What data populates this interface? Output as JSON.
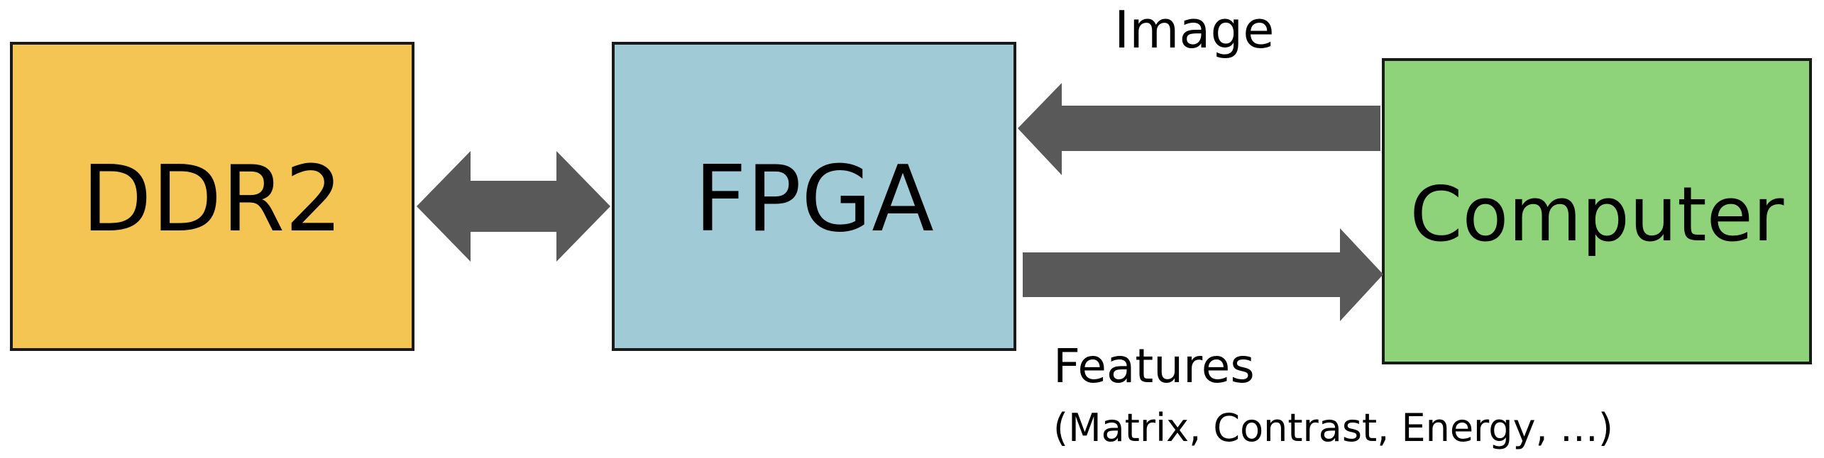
{
  "nodes": {
    "ddr2": "DDR2",
    "fpga": "FPGA",
    "computer": "Computer"
  },
  "edges": {
    "image_label": "Image",
    "features_label": "Features",
    "features_detail": "(Matrix, Contrast, Energy, …)"
  },
  "colors": {
    "ddr2_fill": "#F5C554",
    "fpga_fill": "#9FCAD6",
    "computer_fill": "#8ED27A",
    "arrow_fill": "#595959"
  }
}
